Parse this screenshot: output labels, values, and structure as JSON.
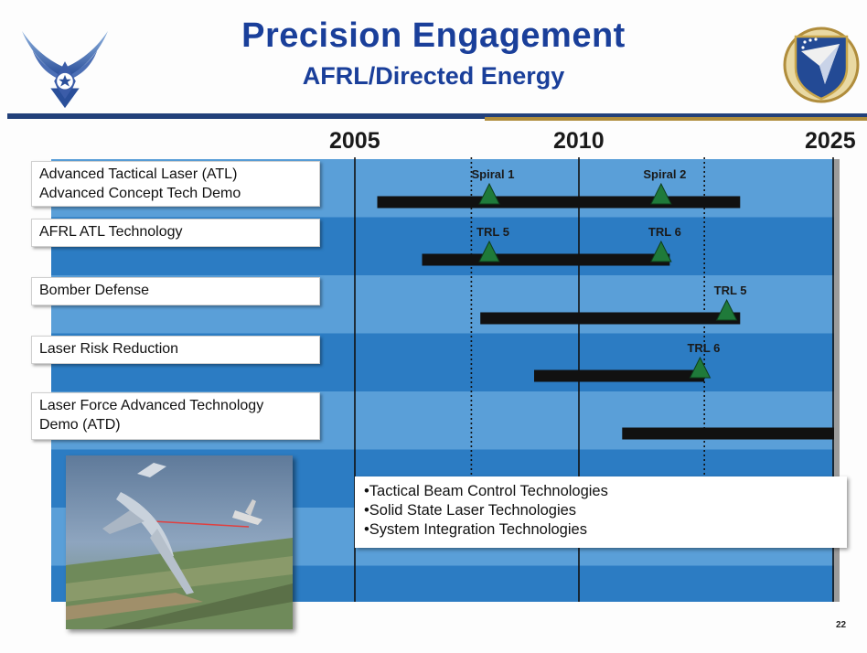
{
  "header": {
    "title": "Precision Engagement",
    "subtitle": "AFRL/Directed Energy"
  },
  "page_number": "22",
  "colors": {
    "title": "#1a3f9a",
    "band_light": "#5a9fd8",
    "band_dark": "#2c7cc3",
    "bar": "#111111",
    "milestone": "#1f7a3a"
  },
  "icons": [
    "air-force-wings-logo",
    "afrl-shield-logo",
    "aircraft-photo"
  ],
  "chart_data": {
    "type": "gantt",
    "x_ticks": [
      "2005",
      "2010",
      "2025"
    ],
    "rows": [
      {
        "label_lines": [
          "Advanced Tactical Laser (ATL)",
          "Advanced Concept Tech Demo"
        ],
        "bar": {
          "start": 2005.5,
          "end": 2013.7
        },
        "milestones": [
          {
            "label": "Spiral 1",
            "x": 2008.0
          },
          {
            "label": "Spiral 2",
            "x": 2011.9
          }
        ]
      },
      {
        "label_lines": [
          "AFRL ATL Technology"
        ],
        "bar": {
          "start": 2006.5,
          "end": 2012.1
        },
        "milestones": [
          {
            "label": "TRL 5",
            "x": 2008.0
          },
          {
            "label": "TRL 6",
            "x": 2011.9
          }
        ]
      },
      {
        "label_lines": [
          "Bomber Defense"
        ],
        "bar": {
          "start": 2007.8,
          "end": 2013.7
        },
        "milestones": [
          {
            "label": "TRL 5",
            "x": 2013.4
          }
        ]
      },
      {
        "label_lines": [
          "Laser Risk Reduction"
        ],
        "bar": {
          "start": 2009.0,
          "end": 2012.9
        },
        "milestones": [
          {
            "label": "TRL 6",
            "x": 2012.8
          }
        ]
      },
      {
        "label_lines": [
          "Laser Force Advanced Technology",
          "Demo (ATD)"
        ],
        "bar": {
          "start": 2011.0,
          "end": 2015.8
        },
        "milestones": []
      }
    ],
    "notes": [
      "•Tactical Beam Control Technologies",
      "•Solid State Laser Technologies",
      "•System Integration Technologies"
    ]
  }
}
